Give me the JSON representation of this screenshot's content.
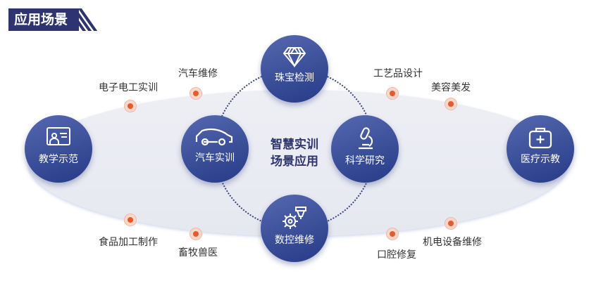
{
  "header": {
    "title": "应用场景"
  },
  "center": {
    "line1": "智慧实训",
    "line2": "场景应用"
  },
  "nodes": {
    "jewelry": "珠宝检测",
    "auto": "汽车实训",
    "science": "科学研究",
    "cnc": "数控维修",
    "teaching": "教学示范",
    "medical": "医疗示教"
  },
  "tags": [
    "电子电工实训",
    "汽车维修",
    "工艺品设计",
    "美容美发",
    "食品加工制作",
    "畜牧兽医",
    "口腔修复",
    "机电设备维修"
  ],
  "colors": {
    "primary": "#2d3470",
    "accent": "#e65a2c"
  }
}
